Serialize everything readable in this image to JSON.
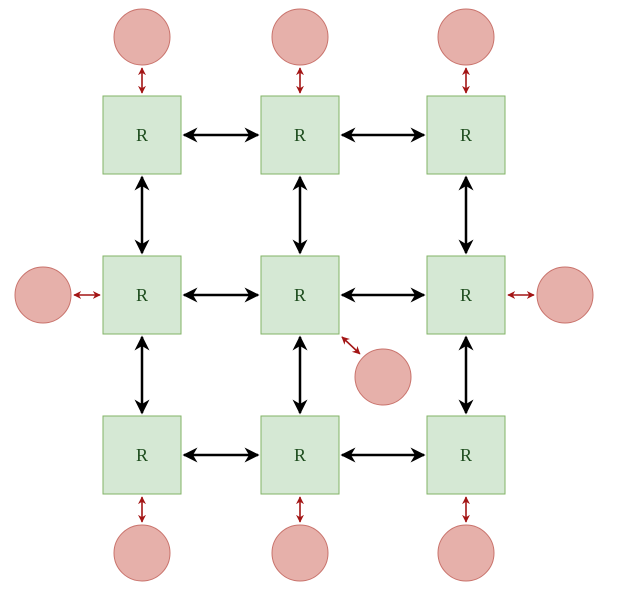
{
  "diagram": {
    "type": "2d-mesh-network",
    "rows": 3,
    "cols": 3,
    "routers": [
      {
        "id": "r00",
        "label": "R",
        "row": 0,
        "col": 0
      },
      {
        "id": "r01",
        "label": "R",
        "row": 0,
        "col": 1
      },
      {
        "id": "r02",
        "label": "R",
        "row": 0,
        "col": 2
      },
      {
        "id": "r10",
        "label": "R",
        "row": 1,
        "col": 0
      },
      {
        "id": "r11",
        "label": "R",
        "row": 1,
        "col": 1
      },
      {
        "id": "r12",
        "label": "R",
        "row": 1,
        "col": 2
      },
      {
        "id": "r20",
        "label": "R",
        "row": 2,
        "col": 0
      },
      {
        "id": "r21",
        "label": "R",
        "row": 2,
        "col": 1
      },
      {
        "id": "r22",
        "label": "R",
        "row": 2,
        "col": 2
      }
    ],
    "mesh_links": [
      {
        "from": "r00",
        "to": "r01",
        "bidirectional": true
      },
      {
        "from": "r01",
        "to": "r02",
        "bidirectional": true
      },
      {
        "from": "r10",
        "to": "r11",
        "bidirectional": true
      },
      {
        "from": "r11",
        "to": "r12",
        "bidirectional": true
      },
      {
        "from": "r20",
        "to": "r21",
        "bidirectional": true
      },
      {
        "from": "r21",
        "to": "r22",
        "bidirectional": true
      },
      {
        "from": "r00",
        "to": "r10",
        "bidirectional": true
      },
      {
        "from": "r10",
        "to": "r20",
        "bidirectional": true
      },
      {
        "from": "r01",
        "to": "r11",
        "bidirectional": true
      },
      {
        "from": "r11",
        "to": "r21",
        "bidirectional": true
      },
      {
        "from": "r02",
        "to": "r12",
        "bidirectional": true
      },
      {
        "from": "r12",
        "to": "r22",
        "bidirectional": true
      }
    ],
    "nodes": [
      {
        "id": "n-top-0",
        "router": "r00",
        "side": "top"
      },
      {
        "id": "n-top-1",
        "router": "r01",
        "side": "top"
      },
      {
        "id": "n-top-2",
        "router": "r02",
        "side": "top"
      },
      {
        "id": "n-left-1",
        "router": "r10",
        "side": "left"
      },
      {
        "id": "n-right-1",
        "router": "r12",
        "side": "right"
      },
      {
        "id": "n-center",
        "router": "r11",
        "side": "bottom-right"
      },
      {
        "id": "n-bottom-0",
        "router": "r20",
        "side": "bottom"
      },
      {
        "id": "n-bottom-1",
        "router": "r21",
        "side": "bottom"
      },
      {
        "id": "n-bottom-2",
        "router": "r22",
        "side": "bottom"
      }
    ],
    "colors": {
      "router_fill": "#d5e8d4",
      "router_stroke": "#82b366",
      "router_text": "#1e4d1e",
      "node_fill": "#e6b0aa",
      "node_stroke": "#c9736c",
      "mesh_link": "#000000",
      "node_link": "#a31515"
    }
  }
}
